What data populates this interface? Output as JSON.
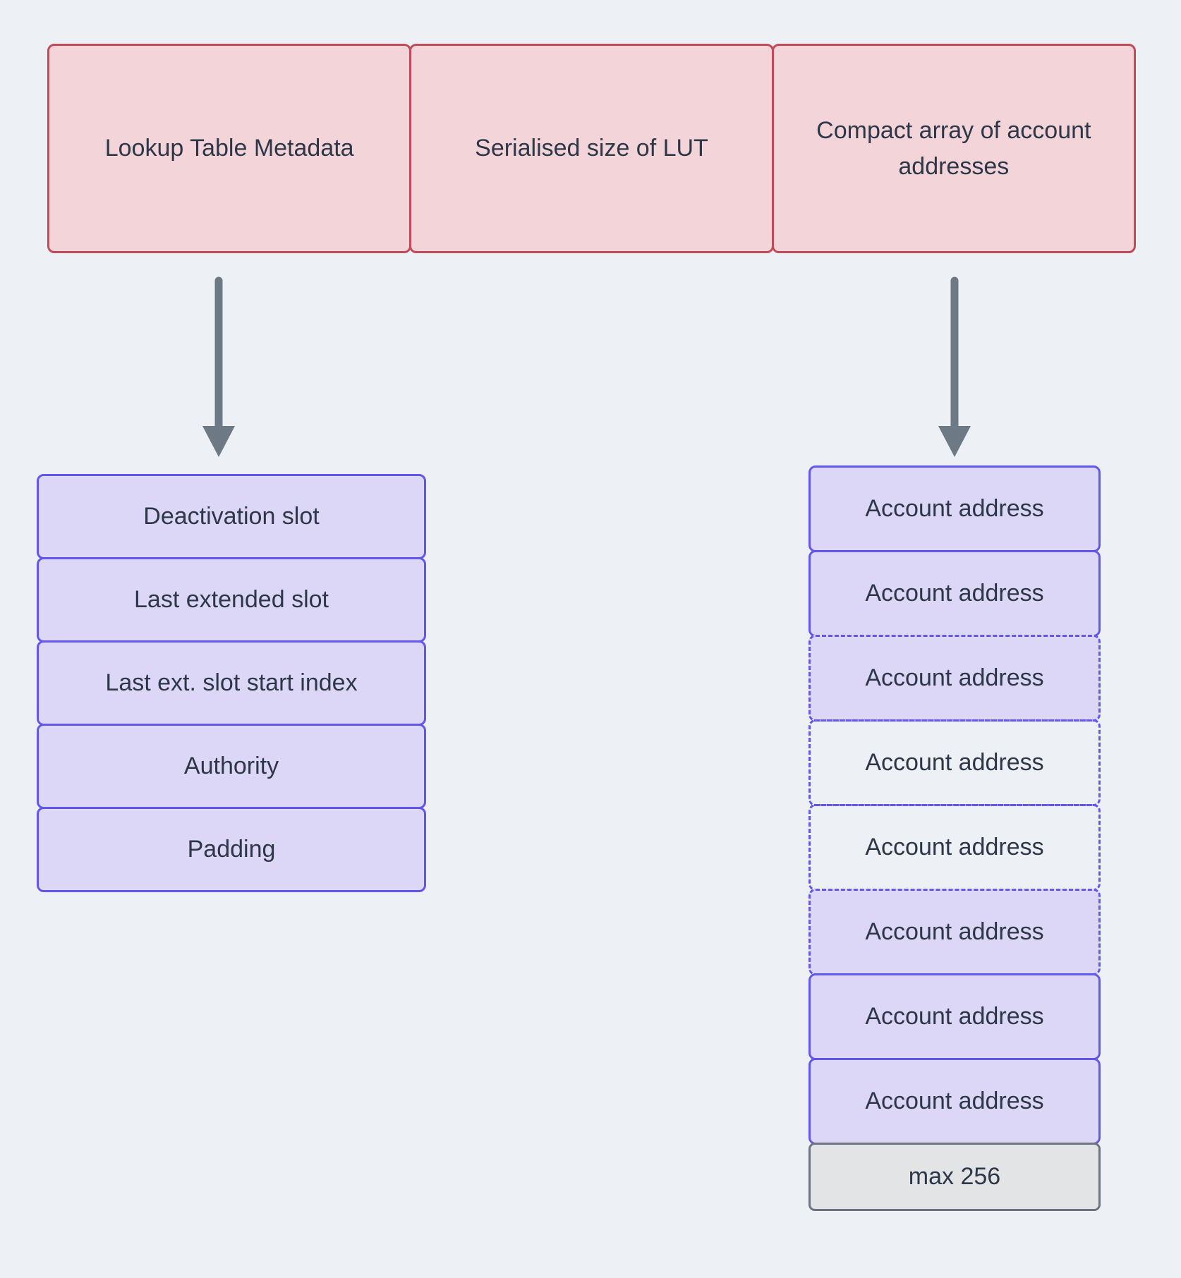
{
  "colors": {
    "background": "#edf0f4",
    "pink_fill": "#f3d4d9",
    "red_border": "#c24b59",
    "purple_fill": "#dcd7f7",
    "purple_border": "#6256ee",
    "gray_fill": "#e2e4e6",
    "gray_border": "#6b7480",
    "text": "#2d3748",
    "arrow": "#6d7a85"
  },
  "top_row": [
    {
      "label": "Lookup Table Metadata"
    },
    {
      "label": "Serialised size of LUT"
    },
    {
      "label": "Compact array of account addresses"
    }
  ],
  "metadata_column": {
    "items": [
      "Deactivation slot",
      "Last extended slot",
      "Last ext. slot start index",
      "Authority",
      "Padding"
    ]
  },
  "addresses_column": {
    "items": [
      {
        "label": "Account address",
        "border": "solid",
        "filled": true
      },
      {
        "label": "Account address",
        "border": "solid",
        "filled": true
      },
      {
        "label": "Account address",
        "border": "dashed",
        "filled": true
      },
      {
        "label": "Account address",
        "border": "dashed",
        "filled": false
      },
      {
        "label": "Account address",
        "border": "dashed",
        "filled": false
      },
      {
        "label": "Account address",
        "border": "dashed",
        "filled": true
      },
      {
        "label": "Account address",
        "border": "solid",
        "filled": true
      },
      {
        "label": "Account address",
        "border": "solid",
        "filled": true
      }
    ],
    "footer": "max 256"
  }
}
